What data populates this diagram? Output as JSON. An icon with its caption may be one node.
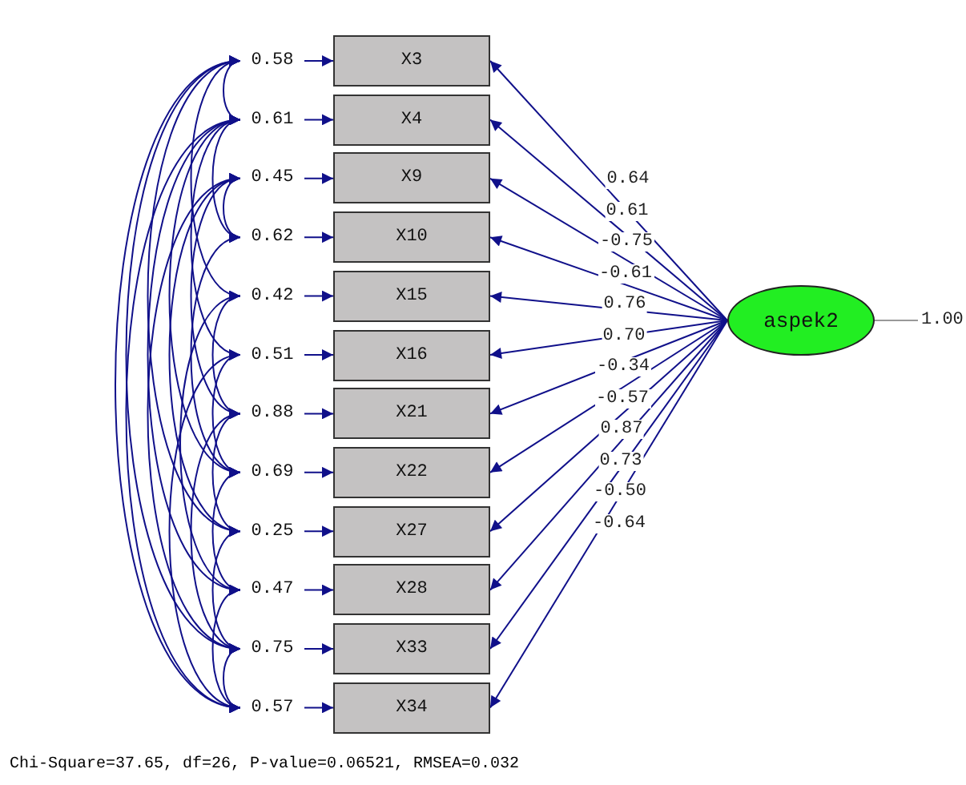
{
  "diagram": {
    "caption": "Chi-Square=37.65, df=26, P-value=0.06521, RMSEA=0.032",
    "nodes": [
      {
        "text": [
          "0.58"
        ]
      },
      {
        "text": [
          "0.61"
        ]
      },
      {
        "text": [
          "0.45"
        ]
      },
      {
        "text": [
          "0.62"
        ]
      },
      {
        "text": [
          "0.42"
        ]
      },
      {
        "text": [
          "0.51"
        ]
      },
      {
        "text": [
          "0.88"
        ]
      },
      {
        "text": [
          "0.69"
        ]
      },
      {
        "text": [
          "0.25"
        ]
      },
      {
        "text": [
          "0.47"
        ]
      },
      {
        "text": [
          "0.75"
        ]
      },
      {
        "text": [
          "0.57"
        ]
      },
      {
        "text": [
          "X3"
        ]
      },
      {
        "text": [
          "X4"
        ]
      },
      {
        "text": [
          "X9"
        ]
      },
      {
        "text": [
          "X10"
        ]
      },
      {
        "text": [
          "X15"
        ]
      },
      {
        "text": [
          "X16"
        ]
      },
      {
        "text": [
          "X21"
        ]
      },
      {
        "text": [
          "X22"
        ]
      },
      {
        "text": [
          "X27"
        ]
      },
      {
        "text": [
          "X28"
        ]
      },
      {
        "text": [
          "X33"
        ]
      },
      {
        "text": [
          "X34"
        ]
      },
      {
        "text": [
          "aspek2"
        ],
        "beside": [
          "1.00"
        ]
      }
    ],
    "edges": [
      {
        "from": 0,
        "to": 12,
        "arrow": "to"
      },
      {
        "from": 1,
        "to": 13,
        "arrow": "to"
      },
      {
        "from": 2,
        "to": 14,
        "arrow": "to"
      },
      {
        "from": 3,
        "to": 15,
        "arrow": "to"
      },
      {
        "from": 4,
        "to": 16,
        "arrow": "to"
      },
      {
        "from": 5,
        "to": 17,
        "arrow": "to"
      },
      {
        "from": 6,
        "to": 18,
        "arrow": "to"
      },
      {
        "from": 7,
        "to": 19,
        "arrow": "to"
      },
      {
        "from": 8,
        "to": 20,
        "arrow": "to"
      },
      {
        "from": 9,
        "to": 21,
        "arrow": "to"
      },
      {
        "from": 10,
        "to": 22,
        "arrow": "to"
      },
      {
        "from": 11,
        "to": 23,
        "arrow": "to"
      },
      {
        "from": 24,
        "to": 12,
        "arrow": "to",
        "label": "0.64"
      },
      {
        "from": 24,
        "to": 13,
        "arrow": "to",
        "label": "0.61"
      },
      {
        "from": 24,
        "to": 14,
        "arrow": "to",
        "label": "-0.75"
      },
      {
        "from": 24,
        "to": 15,
        "arrow": "to",
        "label": "-0.61"
      },
      {
        "from": 24,
        "to": 16,
        "arrow": "to",
        "label": "0.76"
      },
      {
        "from": 24,
        "to": 17,
        "arrow": "to",
        "label": "0.70"
      },
      {
        "from": 24,
        "to": 18,
        "arrow": "to",
        "label": "-0.34"
      },
      {
        "from": 24,
        "to": 19,
        "arrow": "to",
        "label": "-0.57"
      },
      {
        "from": 24,
        "to": 20,
        "arrow": "to",
        "label": "0.87"
      },
      {
        "from": 24,
        "to": 21,
        "arrow": "to",
        "label": "0.73"
      },
      {
        "from": 24,
        "to": 22,
        "arrow": "to",
        "label": "-0.50"
      },
      {
        "from": 24,
        "to": 23,
        "arrow": "to",
        "label": "-0.64"
      },
      {
        "from": 0,
        "to": 1,
        "arrow": "both"
      },
      {
        "from": 0,
        "to": 4,
        "arrow": "both"
      },
      {
        "from": 0,
        "to": 8,
        "arrow": "both"
      },
      {
        "from": 0,
        "to": 10,
        "arrow": "both"
      },
      {
        "from": 0,
        "to": 11,
        "arrow": "both"
      },
      {
        "from": 1,
        "to": 3,
        "arrow": "both"
      },
      {
        "from": 1,
        "to": 5,
        "arrow": "both"
      },
      {
        "from": 1,
        "to": 7,
        "arrow": "both"
      },
      {
        "from": 1,
        "to": 9,
        "arrow": "both"
      },
      {
        "from": 1,
        "to": 11,
        "arrow": "both"
      },
      {
        "from": 2,
        "to": 3,
        "arrow": "both"
      },
      {
        "from": 2,
        "to": 6,
        "arrow": "both"
      },
      {
        "from": 2,
        "to": 8,
        "arrow": "both"
      },
      {
        "from": 2,
        "to": 10,
        "arrow": "both"
      },
      {
        "from": 3,
        "to": 7,
        "arrow": "both"
      },
      {
        "from": 4,
        "to": 6,
        "arrow": "both"
      },
      {
        "from": 4,
        "to": 9,
        "arrow": "both"
      },
      {
        "from": 5,
        "to": 7,
        "arrow": "both"
      },
      {
        "from": 5,
        "to": 11,
        "arrow": "both"
      },
      {
        "from": 6,
        "to": 8,
        "arrow": "both"
      },
      {
        "from": 6,
        "to": 10,
        "arrow": "both"
      },
      {
        "from": 7,
        "to": 9,
        "arrow": "both"
      },
      {
        "from": 8,
        "to": 10,
        "arrow": "both"
      },
      {
        "from": 9,
        "to": 11,
        "arrow": "both"
      },
      {
        "from": 10,
        "to": 11,
        "arrow": "both"
      }
    ]
  }
}
